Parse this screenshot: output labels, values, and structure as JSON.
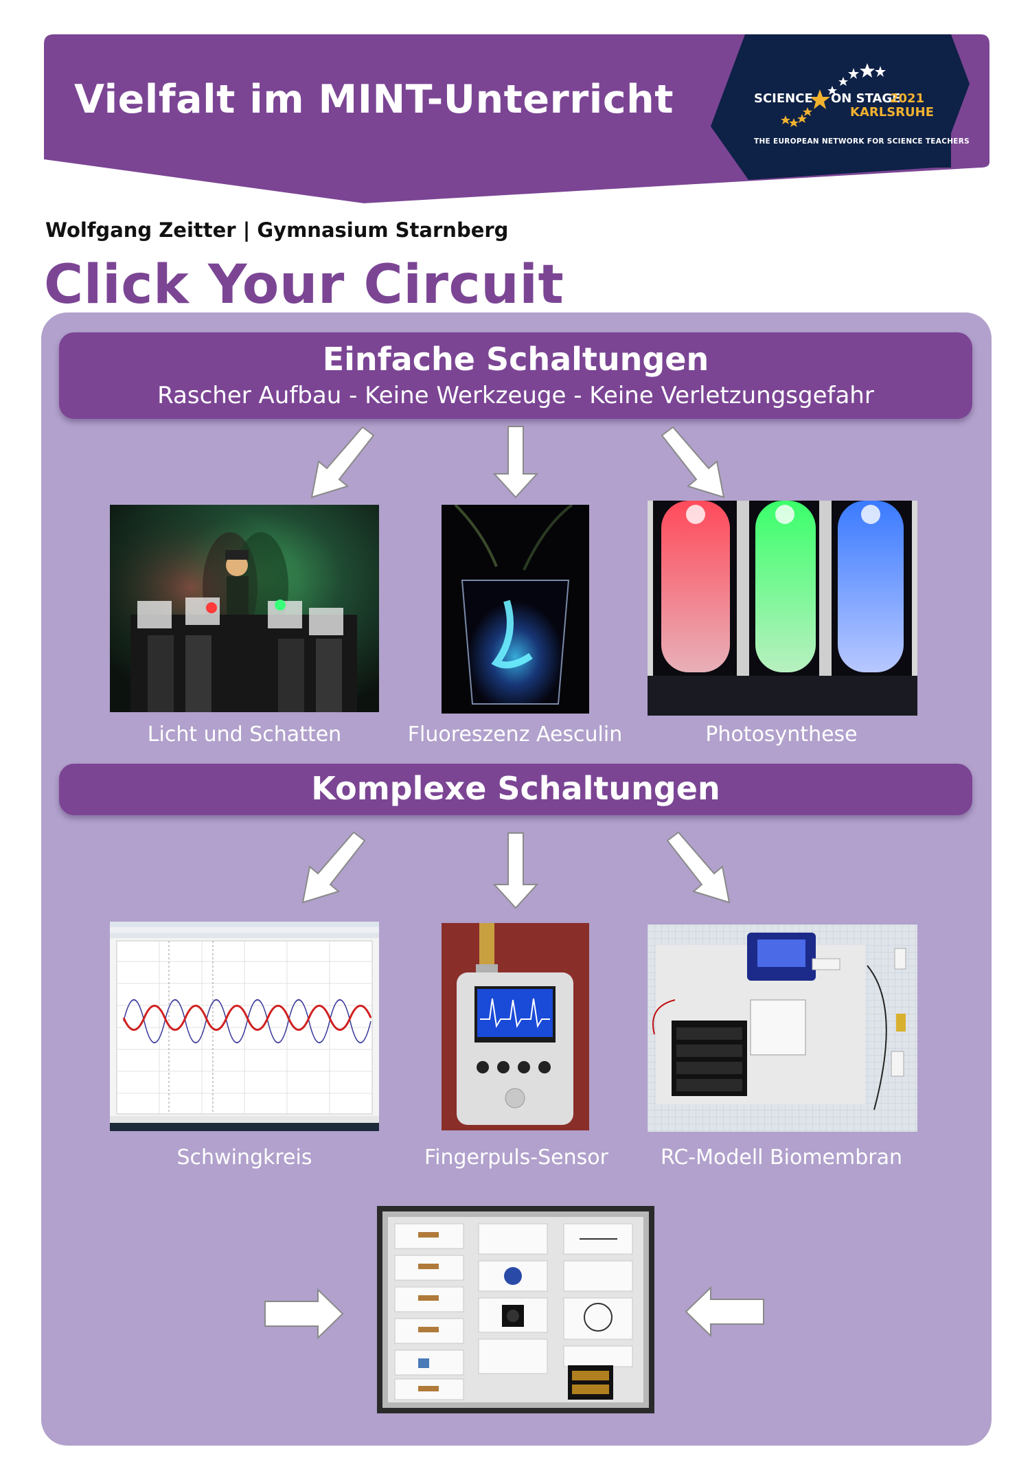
{
  "header": {
    "title": "Vielfalt im MINT-Unterricht",
    "logo": {
      "word1": "SCIENCE",
      "word2": "ON STAGE",
      "year": "2021",
      "city": "KARLSRUHE",
      "tagline": "THE EUROPEAN NETWORK FOR SCIENCE TEACHERS"
    },
    "colors": {
      "purple": "#7b4594",
      "navy": "#0e2146",
      "gold": "#f2b230"
    }
  },
  "author": "Wolfgang Zeitter | Gymnasium Starnberg",
  "main_title": "Click Your Circuit",
  "sections": [
    {
      "heading": "Einfache Schaltungen",
      "subheading": "Rascher Aufbau - Keine Werkzeuge - Keine Verletzungsgefahr"
    },
    {
      "heading": "Komplexe Schaltungen"
    }
  ],
  "captions": {
    "row1": [
      "Licht und Schatten",
      "Fluoreszenz Aesculin",
      "Photosynthese"
    ],
    "row2": [
      "Schwingkreis",
      "Fingerpuls-Sensor",
      "RC-Modell Biomembran"
    ]
  },
  "colors": {
    "panel": "#b1a1cc",
    "bar": "#7b4594",
    "title": "#7b4594"
  }
}
